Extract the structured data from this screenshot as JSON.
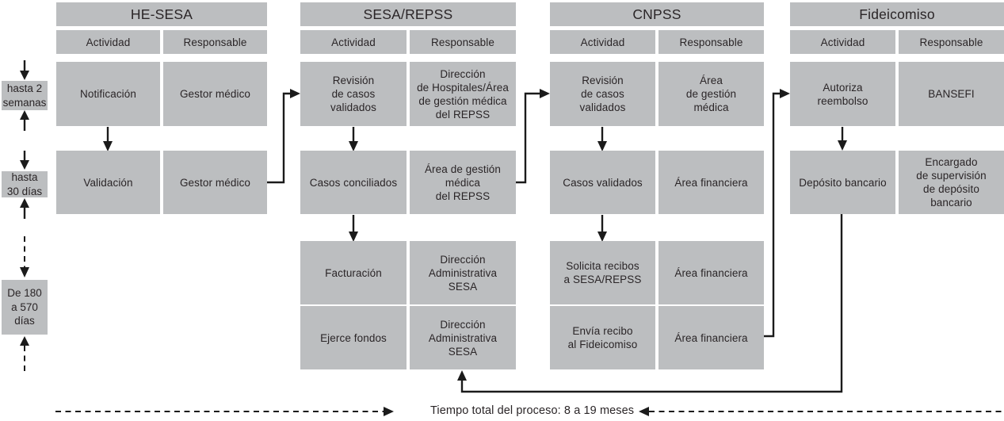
{
  "palette": {
    "box_gray": "#bcbec0",
    "line": "#1b1b1b",
    "text": "#2a2527",
    "background": "#ffffff"
  },
  "columns": [
    {
      "title": "HE-SESA",
      "headers": {
        "activity": "Actividad",
        "responsable": "Responsable"
      },
      "rows": [
        {
          "activity": "Notificación",
          "responsable": "Gestor médico"
        },
        {
          "activity": "Validación",
          "responsable": "Gestor médico"
        }
      ]
    },
    {
      "title": "SESA/REPSS",
      "headers": {
        "activity": "Actividad",
        "responsable": "Responsable"
      },
      "rows": [
        {
          "activity": "Revisión\nde casos\nvalidados",
          "responsable": "Dirección\nde Hospitales/Área\nde gestión médica\ndel REPSS"
        },
        {
          "activity": "Casos conciliados",
          "responsable": "Área de gestión\nmédica\ndel REPSS"
        },
        {
          "activity": "Facturación",
          "responsable": "Dirección\nAdministrativa\nSESA"
        },
        {
          "activity": "Ejerce fondos",
          "responsable": "Dirección\nAdministrativa\nSESA"
        }
      ]
    },
    {
      "title": "CNPSS",
      "headers": {
        "activity": "Actividad",
        "responsable": "Responsable"
      },
      "rows": [
        {
          "activity": "Revisión\nde casos\nvalidados",
          "responsable": "Área\nde gestión\nmédica"
        },
        {
          "activity": "Casos validados",
          "responsable": "Área financiera"
        },
        {
          "activity": "Solicita recibos\na SESA/REPSS",
          "responsable": "Área financiera"
        },
        {
          "activity": "Envía recibo\nal Fideicomiso",
          "responsable": "Área financiera"
        }
      ]
    },
    {
      "title": "Fideicomiso",
      "headers": {
        "activity": "Actividad",
        "responsable": "Responsable"
      },
      "rows": [
        {
          "activity": "Autoriza\nreembolso",
          "responsable": "BANSEFI"
        },
        {
          "activity": "Depósito bancario",
          "responsable": "Encargado\nde supervisión\nde depósito\nbancario"
        }
      ]
    }
  ],
  "durations": [
    {
      "text": "hasta 2\nsemanas"
    },
    {
      "text": "hasta\n30 días"
    },
    {
      "text": "De 180\na 570\ndías"
    }
  ],
  "footer": {
    "total_time": "Tiempo total del proceso: 8 a 19 meses"
  }
}
